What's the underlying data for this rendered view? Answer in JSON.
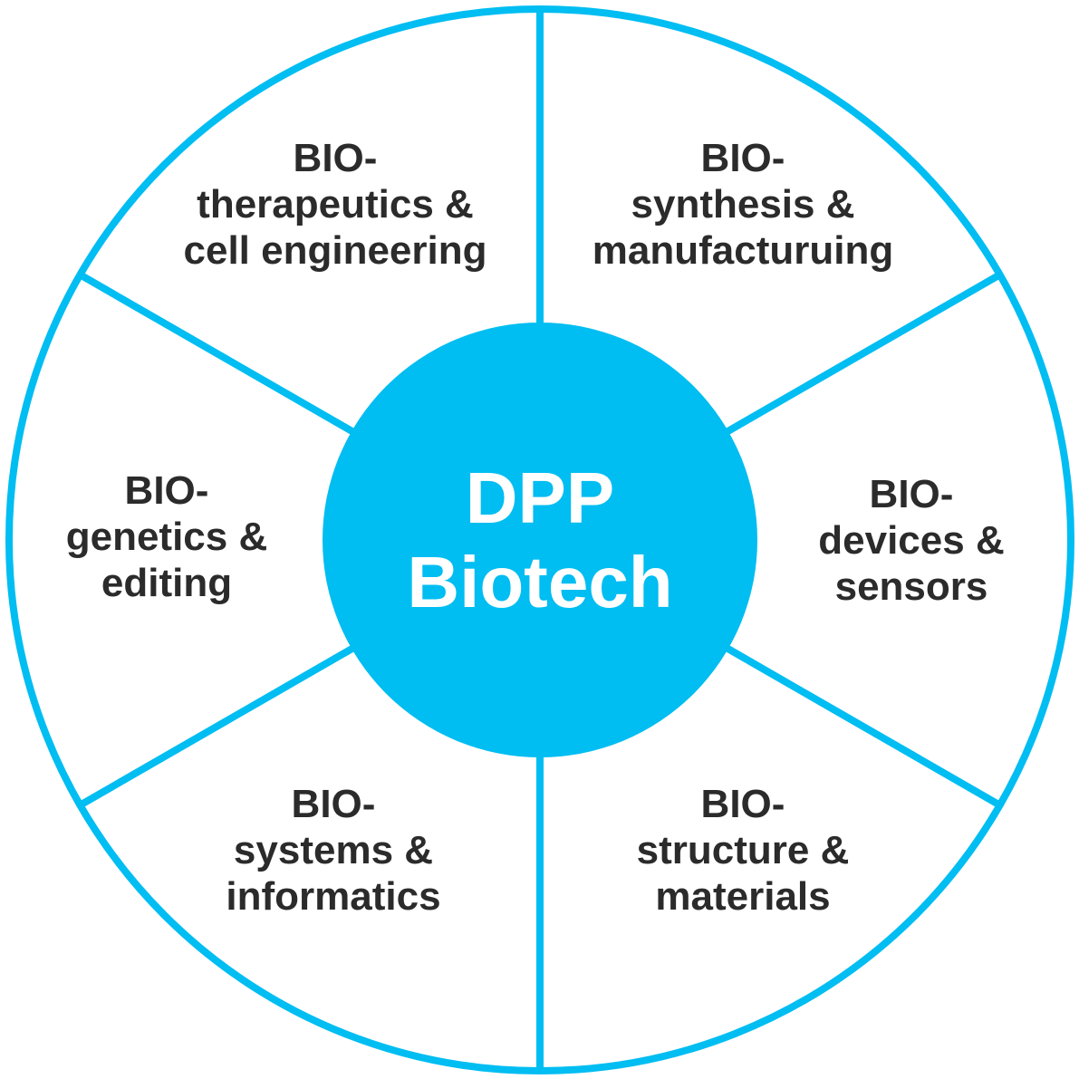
{
  "colors": {
    "accent": "#00BDF2",
    "text": "#2B2B2B",
    "center_text": "#FFFFFF",
    "background": "#FFFFFF"
  },
  "center": {
    "line1": "DPP",
    "line2": "Biotech"
  },
  "segments": [
    {
      "id": "therapeutics",
      "lines": [
        "BIO-",
        "therapeutics &",
        "cell engineering"
      ]
    },
    {
      "id": "synthesis",
      "lines": [
        "BIO-",
        "synthesis &",
        "manufacturuing"
      ]
    },
    {
      "id": "devices",
      "lines": [
        "BIO-",
        "devices &",
        "sensors"
      ]
    },
    {
      "id": "structure",
      "lines": [
        "BIO-",
        "structure &",
        "materials"
      ]
    },
    {
      "id": "systems",
      "lines": [
        "BIO-",
        "systems &",
        "informatics"
      ]
    },
    {
      "id": "genetics",
      "lines": [
        "BIO-",
        "genetics &",
        "editing"
      ]
    }
  ]
}
